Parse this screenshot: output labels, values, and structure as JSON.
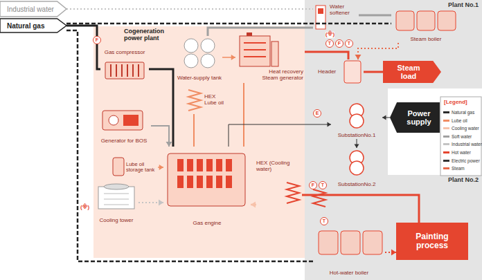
{
  "diagram": {
    "nodes": [
      {
        "text": [
          "Industrial water"
        ]
      },
      {
        "text": [
          "Natural gas"
        ]
      },
      {
        "text": [
          "Plant No.1"
        ]
      },
      {
        "text": [
          "Water softener"
        ],
        "in": 2
      },
      {
        "text": [
          "Steam boiler"
        ],
        "in": 2
      },
      {
        "text": [
          "Header"
        ],
        "in": 2
      },
      {
        "text": [
          "Steam load"
        ],
        "in": 2
      },
      {
        "text": [
          "Cogeneration power plant"
        ]
      },
      {
        "text": [
          "Gas compressor"
        ],
        "in": 7
      },
      {
        "text": [
          "Water-supply tank"
        ],
        "in": 7
      },
      {
        "text": [
          "Heat recovery Steam generator"
        ],
        "in": 7
      },
      {
        "text": [
          "HEX Lube oil"
        ],
        "in": 7
      },
      {
        "text": [
          "Generator for BOS"
        ],
        "in": 7
      },
      {
        "text": [
          "Lube oil storage tank"
        ],
        "in": 7
      },
      {
        "text": [
          "Cooling tower"
        ],
        "in": 7
      },
      {
        "text": [
          "Gas engine"
        ],
        "in": 7
      },
      {
        "text": [
          "HEX (Cooling water)"
        ],
        "in": 7
      },
      {
        "text": [
          "Power supply"
        ]
      },
      {
        "text": [
          "SubstationNo.1"
        ]
      },
      {
        "text": [
          "SubstationNo.2"
        ]
      },
      {
        "text": [
          "Plant No.2"
        ]
      },
      {
        "text": [
          "Hot-water boiler"
        ],
        "in": 20
      },
      {
        "text": [
          "Painting process"
        ],
        "in": 20
      }
    ],
    "edges": [
      {
        "from": 1,
        "to": 8,
        "arrow": "none"
      },
      {
        "from": 8,
        "to": 15,
        "arrow": "none"
      },
      {
        "from": 1,
        "to": 4,
        "arrow": "none"
      },
      {
        "from": 1,
        "to": 21,
        "arrow": "none"
      },
      {
        "from": 0,
        "to": 3,
        "arrow": "none"
      },
      {
        "from": 3,
        "to": 4,
        "arrow": "none"
      },
      {
        "from": 3,
        "to": 9,
        "arrow": "none"
      },
      {
        "from": 9,
        "to": 10,
        "arrow": "to"
      },
      {
        "from": 10,
        "to": 5,
        "arrow": "none"
      },
      {
        "from": 4,
        "to": 5,
        "arrow": "to"
      },
      {
        "from": 5,
        "to": 6,
        "arrow": "none"
      },
      {
        "from": 15,
        "to": 10,
        "arrow": "none"
      },
      {
        "from": 15,
        "to": 11,
        "arrow": "none"
      },
      {
        "from": 12,
        "to": 15,
        "arrow": "to"
      },
      {
        "from": 13,
        "to": 15,
        "arrow": "to"
      },
      {
        "from": 14,
        "to": 15,
        "arrow": "to"
      },
      {
        "from": 16,
        "to": 15,
        "arrow": "to"
      },
      {
        "from": 16,
        "to": 22,
        "arrow": "none"
      },
      {
        "from": 21,
        "to": 22,
        "arrow": "to"
      },
      {
        "from": 15,
        "to": 18,
        "arrow": "to"
      },
      {
        "from": 17,
        "to": 18,
        "arrow": "to"
      },
      {
        "from": 18,
        "to": 19,
        "arrow": "to"
      }
    ],
    "labels": [
      "F",
      "(※)",
      "T",
      "F",
      "T",
      "E",
      "F",
      "T",
      "T",
      "(※)",
      "[Legend]"
    ],
    "legend": [
      {
        "text": "Natural gas",
        "color": "#2b2b2b"
      },
      {
        "text": "Lube oil",
        "color": "#f08c62"
      },
      {
        "text": "Cooling water",
        "color": "#f7c2aa"
      },
      {
        "text": "Soft water",
        "color": "#a0a0a0"
      },
      {
        "text": "Industrial water",
        "color": "#c4c4c4"
      },
      {
        "text": "Hot water",
        "color": "#e5452f"
      },
      {
        "text": "Electric power",
        "color": "#333333"
      },
      {
        "text": "Steam",
        "color": "#e86a4a"
      }
    ]
  }
}
